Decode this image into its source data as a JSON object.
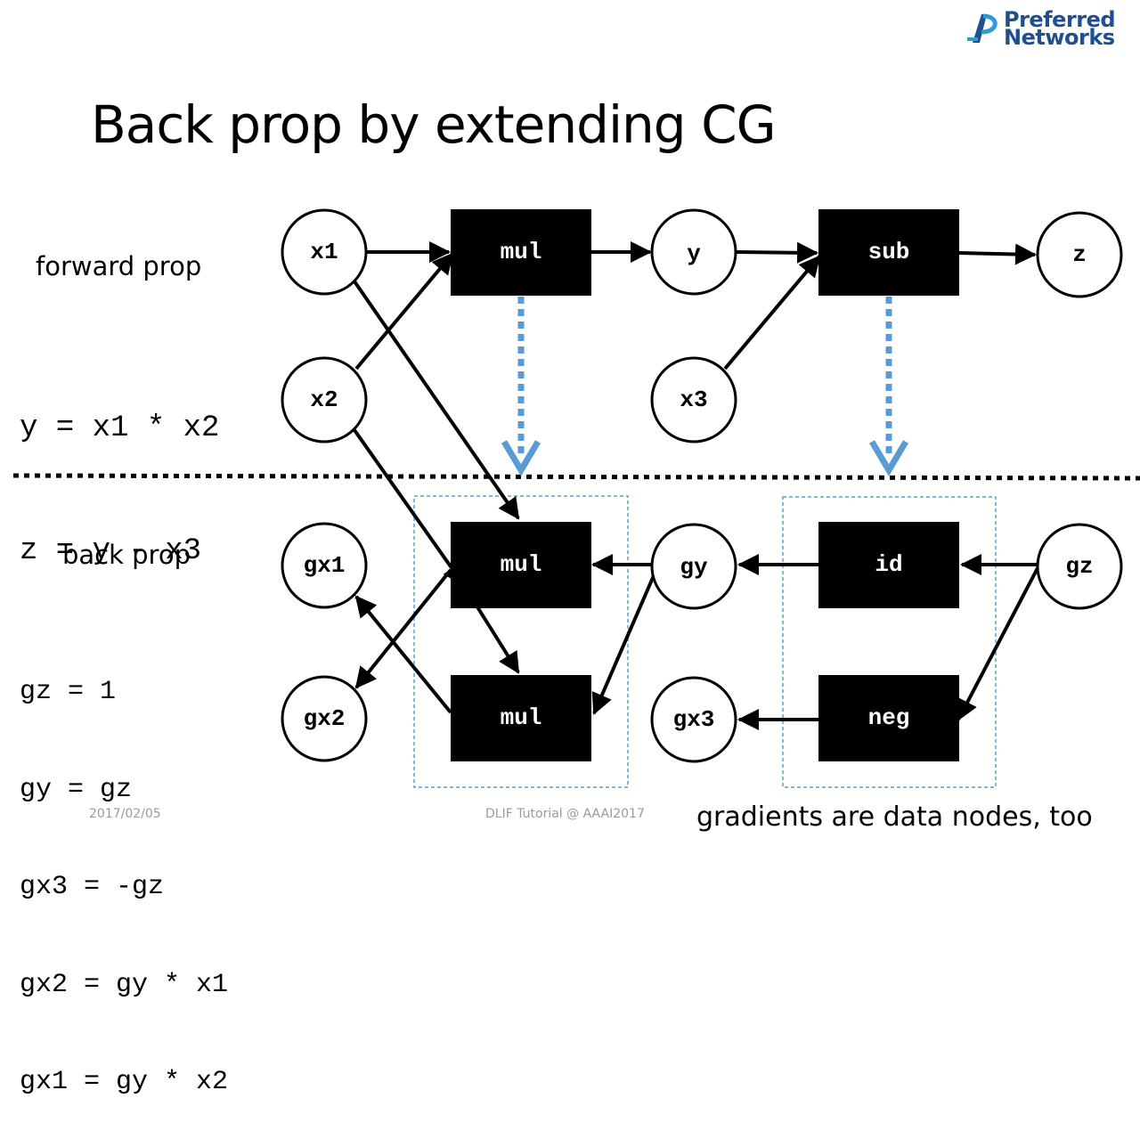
{
  "brand": {
    "line1": "Preferred",
    "line2": "Networks"
  },
  "title": "Back prop by extending CG",
  "forward": {
    "label": "forward prop",
    "equations": [
      "y = x1 * x2",
      "z = y - x3"
    ]
  },
  "backward": {
    "label": "back prop",
    "equations": [
      "gz = 1",
      "gy = gz",
      "gx3 = -gz",
      "gx2 = gy * x1",
      "gx1 = gy * x2"
    ]
  },
  "nodes": {
    "x1": "x1",
    "x2": "x2",
    "mul_f": "mul",
    "y": "y",
    "sub": "sub",
    "z": "z",
    "x3": "x3",
    "gx1": "gx1",
    "gx2": "gx2",
    "mul_b1": "mul",
    "mul_b2": "mul",
    "gy": "gy",
    "id": "id",
    "gz": "gz",
    "gx3": "gx3",
    "neg": "neg"
  },
  "footer": {
    "date": "2017/02/05",
    "event": "DLIF Tutorial @ AAAI2017"
  },
  "note": "gradients are data nodes, too",
  "colors": {
    "brand": "#1d4f91",
    "accent": "#5b9bd5",
    "node_fill": "#000000"
  }
}
